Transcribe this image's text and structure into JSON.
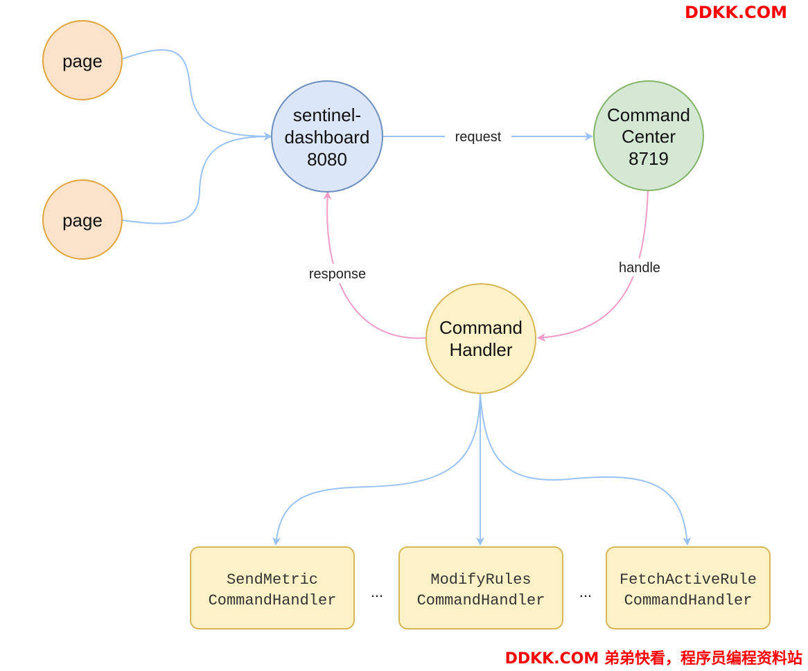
{
  "watermark": {
    "top": "DDKK.COM",
    "bottom": "DDKK.COM 弟弟快看，程序员编程资料站"
  },
  "nodes": {
    "page_1": "page",
    "page_2": "page",
    "dashboard": [
      "sentinel-",
      "dashboard",
      "8080"
    ],
    "command_center": [
      "Command",
      "Center",
      "8719"
    ],
    "command_handler": [
      "Command",
      "Handler"
    ],
    "send_metric": [
      "SendMetric",
      "CommandHandler"
    ],
    "modify_rules": [
      "ModifyRules",
      "CommandHandler"
    ],
    "fetch_active_rule": [
      "FetchActiveRule",
      "CommandHandler"
    ]
  },
  "edges": {
    "request": "request",
    "handle": "handle",
    "response": "response"
  },
  "ellipsis": [
    "...",
    "..."
  ],
  "colors": {
    "page_fill": "#fbe3cb",
    "page_stroke": "#e0a53a",
    "dashboard_fill": "#dbe6f8",
    "dashboard_stroke": "#6c8ebf",
    "center_fill": "#d5e8d4",
    "center_stroke": "#82b366",
    "handler_fill": "#fdf1c7",
    "handler_stroke": "#d6b656",
    "blue_edge": "#99c2f4",
    "pink_edge": "#f09bc8"
  }
}
